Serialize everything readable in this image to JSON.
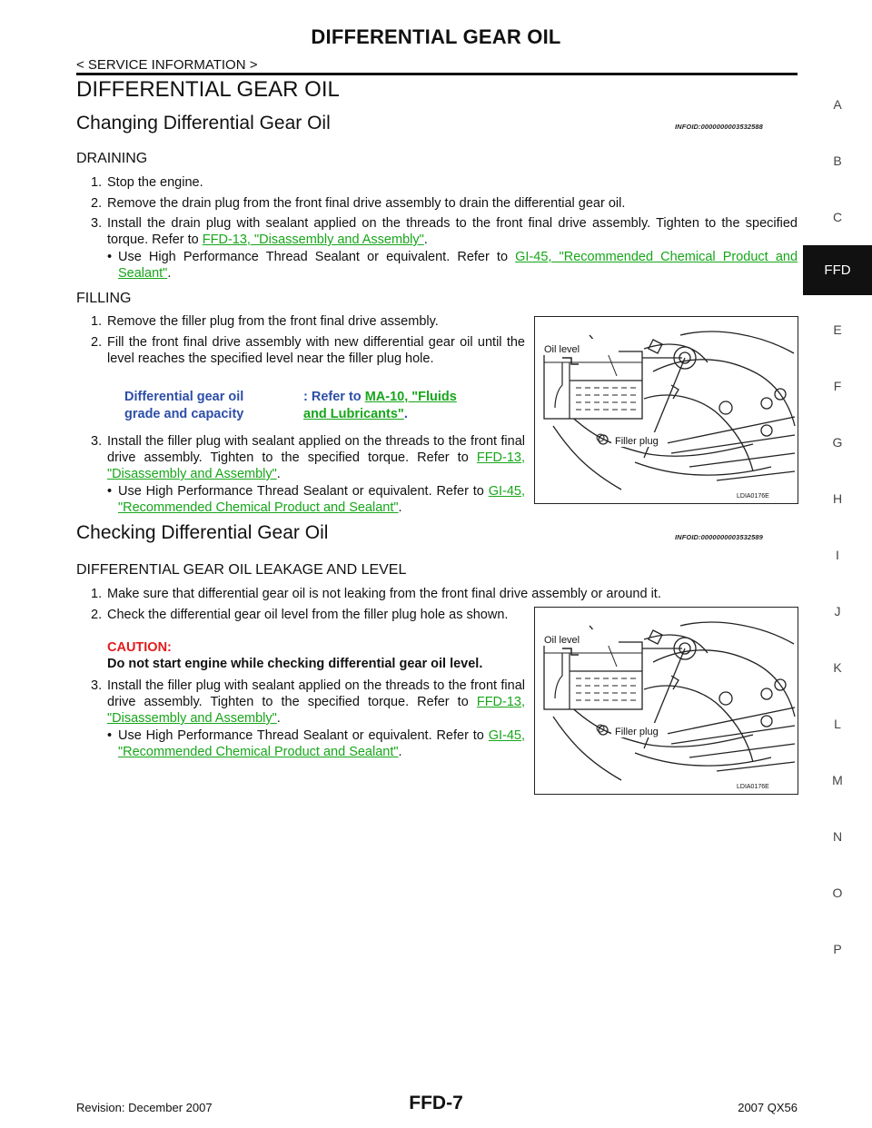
{
  "header": {
    "title": "DIFFERENTIAL GEAR OIL",
    "subtitle": "< SERVICE INFORMATION >"
  },
  "page_title": "DIFFERENTIAL GEAR OIL",
  "section1": {
    "title": "Changing Differential Gear Oil",
    "info_id": "INFOID:0000000003532588",
    "draining": {
      "heading": "DRAINING",
      "step1": "Stop the engine.",
      "step2": "Remove the drain plug from the front final drive assembly to drain the differential gear oil.",
      "step3_text": "Install the drain plug with sealant applied on the threads to the front final drive assembly. Tighten to the specified torque. Refer to",
      "step3_link": "FFD-13, \"Disassembly and Assembly\"",
      "bullet_text": "Use High Performance Thread Sealant or equivalent. Refer to",
      "bullet_link": "GI-45, \"Recommended Chemical Product and Sealant\""
    },
    "filling": {
      "heading": "FILLING",
      "step1": "Remove the filler plug from the front final drive assembly.",
      "step2": "Fill the front final drive assembly with new differential gear oil until the level reaches the specified level near the filler plug hole.",
      "spec_label_line1": "Differential gear oil",
      "spec_label_line2": "grade and capacity",
      "spec_value_prefix": ": Refer to",
      "spec_link_line1": "MA-10, \"Fluids",
      "spec_link_line2": "and Lubricants\"",
      "step3_text": "Install the filler plug with sealant applied on the threads to the front final drive assembly. Tighten to the specified torque. Refer to",
      "step3_link": "FFD-13, \"Disassembly and Assembly\"",
      "bullet_text": "Use High Performance Thread Sealant or equivalent. Refer to",
      "bullet_link": "GI-45, \"Recommended Chemical Product and Sealant\""
    }
  },
  "section2": {
    "title": "Checking Differential Gear Oil",
    "info_id": "INFOID:0000000003532589",
    "heading": "DIFFERENTIAL GEAR OIL LEAKAGE AND LEVEL",
    "step1": "Make sure that differential gear oil is not leaking from the front final drive assembly or around it.",
    "step2": "Check the differential gear oil level from the filler plug hole as shown.",
    "caution_label": "CAUTION:",
    "caution_text": "Do not start engine while checking differential gear oil level.",
    "step3_text": "Install the filler plug with sealant applied on the threads to the front final drive assembly. Tighten to the specified torque. Refer to",
    "step3_link": "FFD-13, \"Disassembly and Assembly\"",
    "bullet_text": "Use High Performance Thread Sealant or equivalent. Refer to",
    "bullet_link": "GI-45, \"Recommended Chemical Product and Sealant\""
  },
  "figures": {
    "oil_level_label": "Oil level",
    "filler_plug_label": "Filler plug",
    "figure_code": "LDIA0176E"
  },
  "sidebar": {
    "letters": [
      "A",
      "B",
      "C",
      "E",
      "F",
      "G",
      "H",
      "I",
      "J",
      "K",
      "L",
      "M",
      "N",
      "O",
      "P"
    ],
    "active": "FFD"
  },
  "footer": {
    "revision": "Revision: December 2007",
    "page": "FFD-7",
    "model": "2007 QX56"
  }
}
